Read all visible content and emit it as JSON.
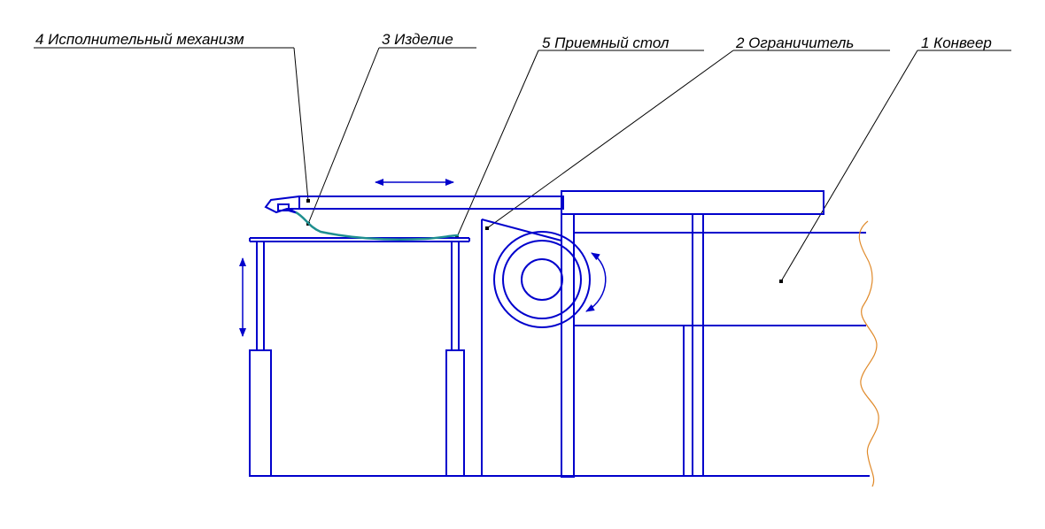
{
  "labels": {
    "mechanism": "4 Исполнительный механизм",
    "product": "3 Изделие",
    "receiving_table": "5 Приемный стол",
    "limiter": "2 Ограничитель",
    "conveyor": "1 Конвеер"
  },
  "colors": {
    "structure": "#0000cc",
    "product": "#1f8f8f",
    "break_line": "#e08a2a",
    "leader": "#000000"
  }
}
